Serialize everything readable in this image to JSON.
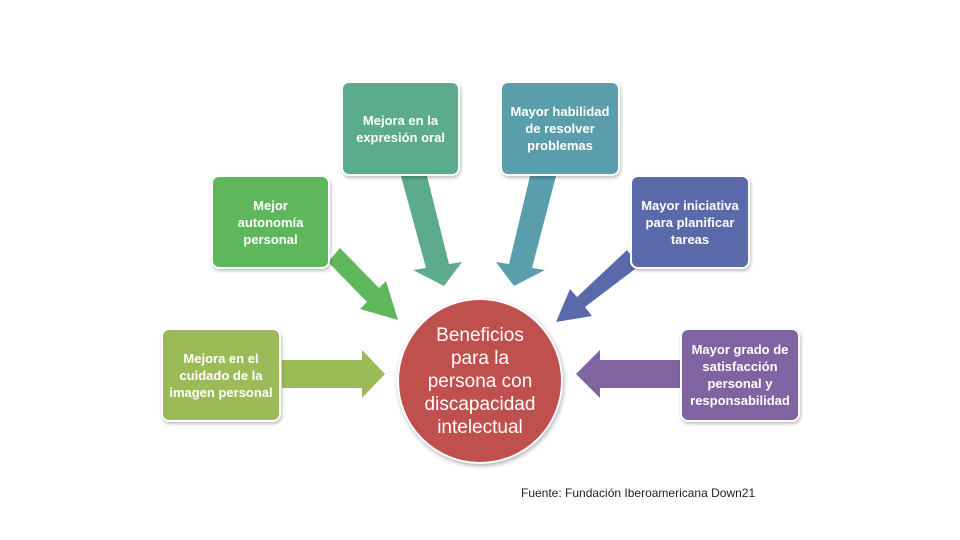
{
  "center": {
    "label": "Beneficios\npara la\npersona  con\ndiscapacidad\nintelectual",
    "color": "#c0504d"
  },
  "benefits": [
    {
      "label": "Mejora en el\ncuidado de la\nimagen personal",
      "color": "#9bbb59"
    },
    {
      "label": "Mejor\nautonomía\npersonal",
      "color": "#5fb75d"
    },
    {
      "label": "Mejora en la\nexpresión oral",
      "color": "#5bab8c"
    },
    {
      "label": "Mayor habilidad\nde resolver\nproblemas",
      "color": "#5b9eab"
    },
    {
      "label": "Mayor iniciativa\npara planificar\ntareas",
      "color": "#5a69aa"
    },
    {
      "label": "Mayor grado de\nsatisfacción\npersonal y\nresponsabilidad",
      "color": "#8064a2"
    }
  ],
  "source": "Fuente: Fundación Iberoamericana Down21"
}
